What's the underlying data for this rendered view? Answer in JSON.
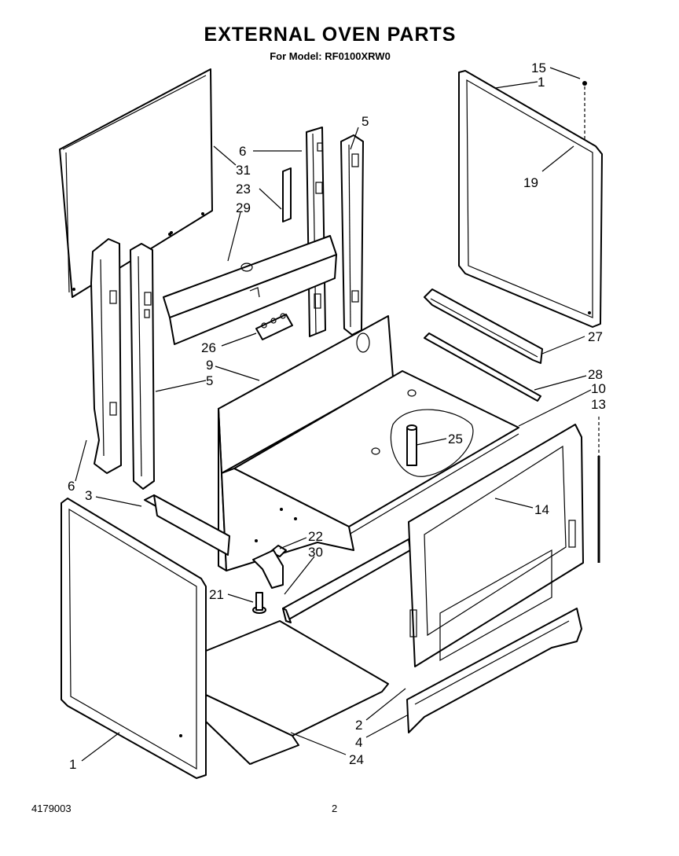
{
  "title": "EXTERNAL OVEN PARTS",
  "subtitle": "For Model: RF0100XRW0",
  "footer": {
    "doc_number": "4179003",
    "page_number": "2"
  },
  "callouts": [
    {
      "id": "c15",
      "label": "15"
    },
    {
      "id": "c1a",
      "label": "1"
    },
    {
      "id": "c19",
      "label": "19"
    },
    {
      "id": "c5a",
      "label": "5"
    },
    {
      "id": "c6a",
      "label": "6"
    },
    {
      "id": "c31",
      "label": "31"
    },
    {
      "id": "c23",
      "label": "23"
    },
    {
      "id": "c29",
      "label": "29"
    },
    {
      "id": "c26",
      "label": "26"
    },
    {
      "id": "c9",
      "label": "9"
    },
    {
      "id": "c5b",
      "label": "5"
    },
    {
      "id": "c27",
      "label": "27"
    },
    {
      "id": "c28",
      "label": "28"
    },
    {
      "id": "c10",
      "label": "10"
    },
    {
      "id": "c13",
      "label": "13"
    },
    {
      "id": "c25",
      "label": "25"
    },
    {
      "id": "c6b",
      "label": "6"
    },
    {
      "id": "c3",
      "label": "3"
    },
    {
      "id": "c14",
      "label": "14"
    },
    {
      "id": "c22",
      "label": "22"
    },
    {
      "id": "c30",
      "label": "30"
    },
    {
      "id": "c21",
      "label": "21"
    },
    {
      "id": "c2",
      "label": "2"
    },
    {
      "id": "c4",
      "label": "4"
    },
    {
      "id": "c1b",
      "label": "1"
    },
    {
      "id": "c24",
      "label": "24"
    }
  ]
}
